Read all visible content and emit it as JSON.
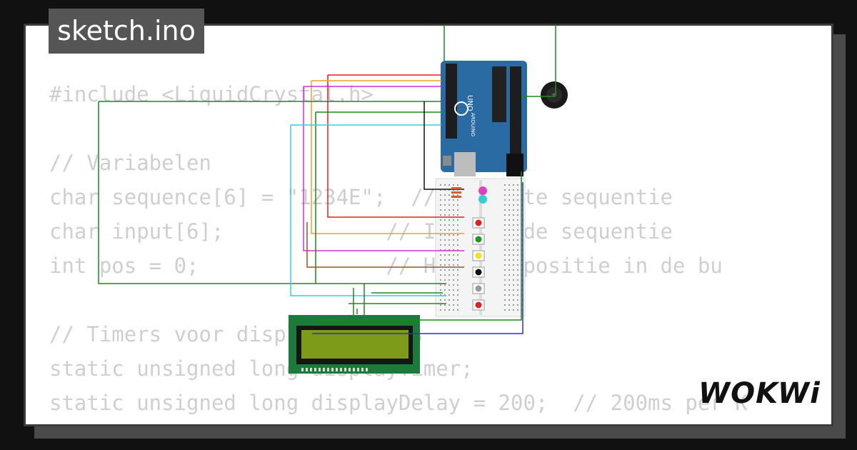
{
  "header": {
    "title": "sketch.ino"
  },
  "code": {
    "lines": [
      "#include <LiquidCrystal.h>",
      "",
      "// Variabelen",
      "char sequence[6] = \"1234E\";  // Correcte sequentie",
      "char input[6];             // Ingevoerde sequentie",
      "int pos = 0;               // Huidige positie in de bu",
      "",
      "// Timers voor display effects",
      "static unsigned long displayTimer;",
      "static unsigned long displayDelay = 200;  // 200ms per K"
    ]
  },
  "board": {
    "label": "UNO",
    "brand": "ARDUINO"
  },
  "logo": {
    "text": "WOKWi"
  },
  "colors": {
    "background": "#111111",
    "card": "#ffffff",
    "code_text": "#cfcfcf",
    "arduino": "#2a6ba3",
    "lcd_board": "#1c7a3a",
    "lcd_screen": "#7d9a18"
  },
  "leds": [
    "red",
    "green",
    "yellow",
    "black",
    "gray",
    "red"
  ]
}
